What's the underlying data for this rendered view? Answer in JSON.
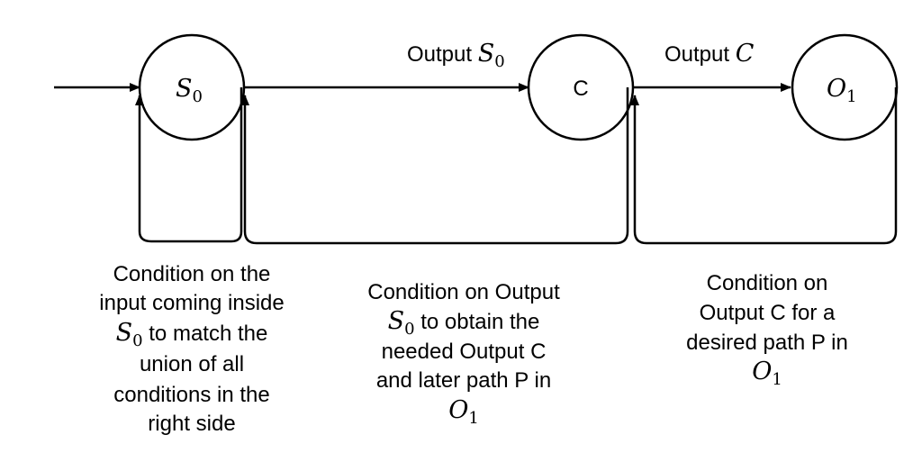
{
  "nodes": {
    "s0": {
      "symbol": "S",
      "subscript": "0"
    },
    "c": {
      "label": "C"
    },
    "o1": {
      "symbol": "O",
      "subscript": "1"
    }
  },
  "edges": {
    "s0_to_c": {
      "text": "Output ",
      "symbol": "S",
      "subscript": "0"
    },
    "c_to_o1": {
      "text": "Output ",
      "symbol": "C"
    }
  },
  "captions": {
    "left": {
      "line1": "Condition on the",
      "line2": "input coming inside",
      "line3_symbol": "S",
      "line3_subscript": "0",
      "line3_text": " to match the",
      "line4": "union of all",
      "line5": "conditions in the",
      "line6": "right side"
    },
    "middle": {
      "line1": "Condition on Output",
      "line2_symbol": "S",
      "line2_subscript": "0",
      "line2_text": " to obtain the",
      "line3": "needed Output C",
      "line4": "and later path P  in",
      "line5_symbol": "O",
      "line5_subscript": "1"
    },
    "right": {
      "line1": "Condition on",
      "line2": "Output C for  a",
      "line3": "desired path P in",
      "line4_symbol": "O",
      "line4_subscript": "1"
    }
  }
}
